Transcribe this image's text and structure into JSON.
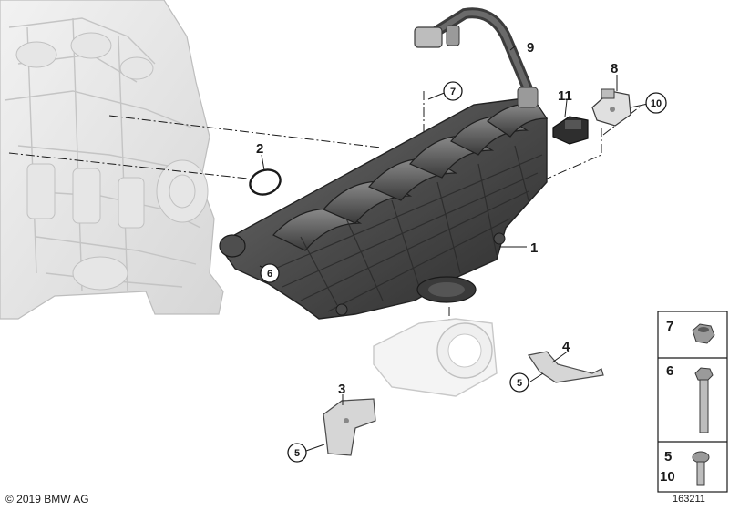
{
  "callouts": {
    "c1": "1",
    "c2": "2",
    "c3": "3",
    "c4": "4",
    "c5a": "5",
    "c5b": "5",
    "c6": "6",
    "c7": "7",
    "c8": "8",
    "c9": "9",
    "c10": "10",
    "c11": "11"
  },
  "legend": {
    "row1_num": "7",
    "row2_num": "6",
    "row3_num_a": "5",
    "row3_num_b": "10"
  },
  "footer": {
    "copyright": "© 2019 BMW AG",
    "diagram_id": "163211"
  }
}
